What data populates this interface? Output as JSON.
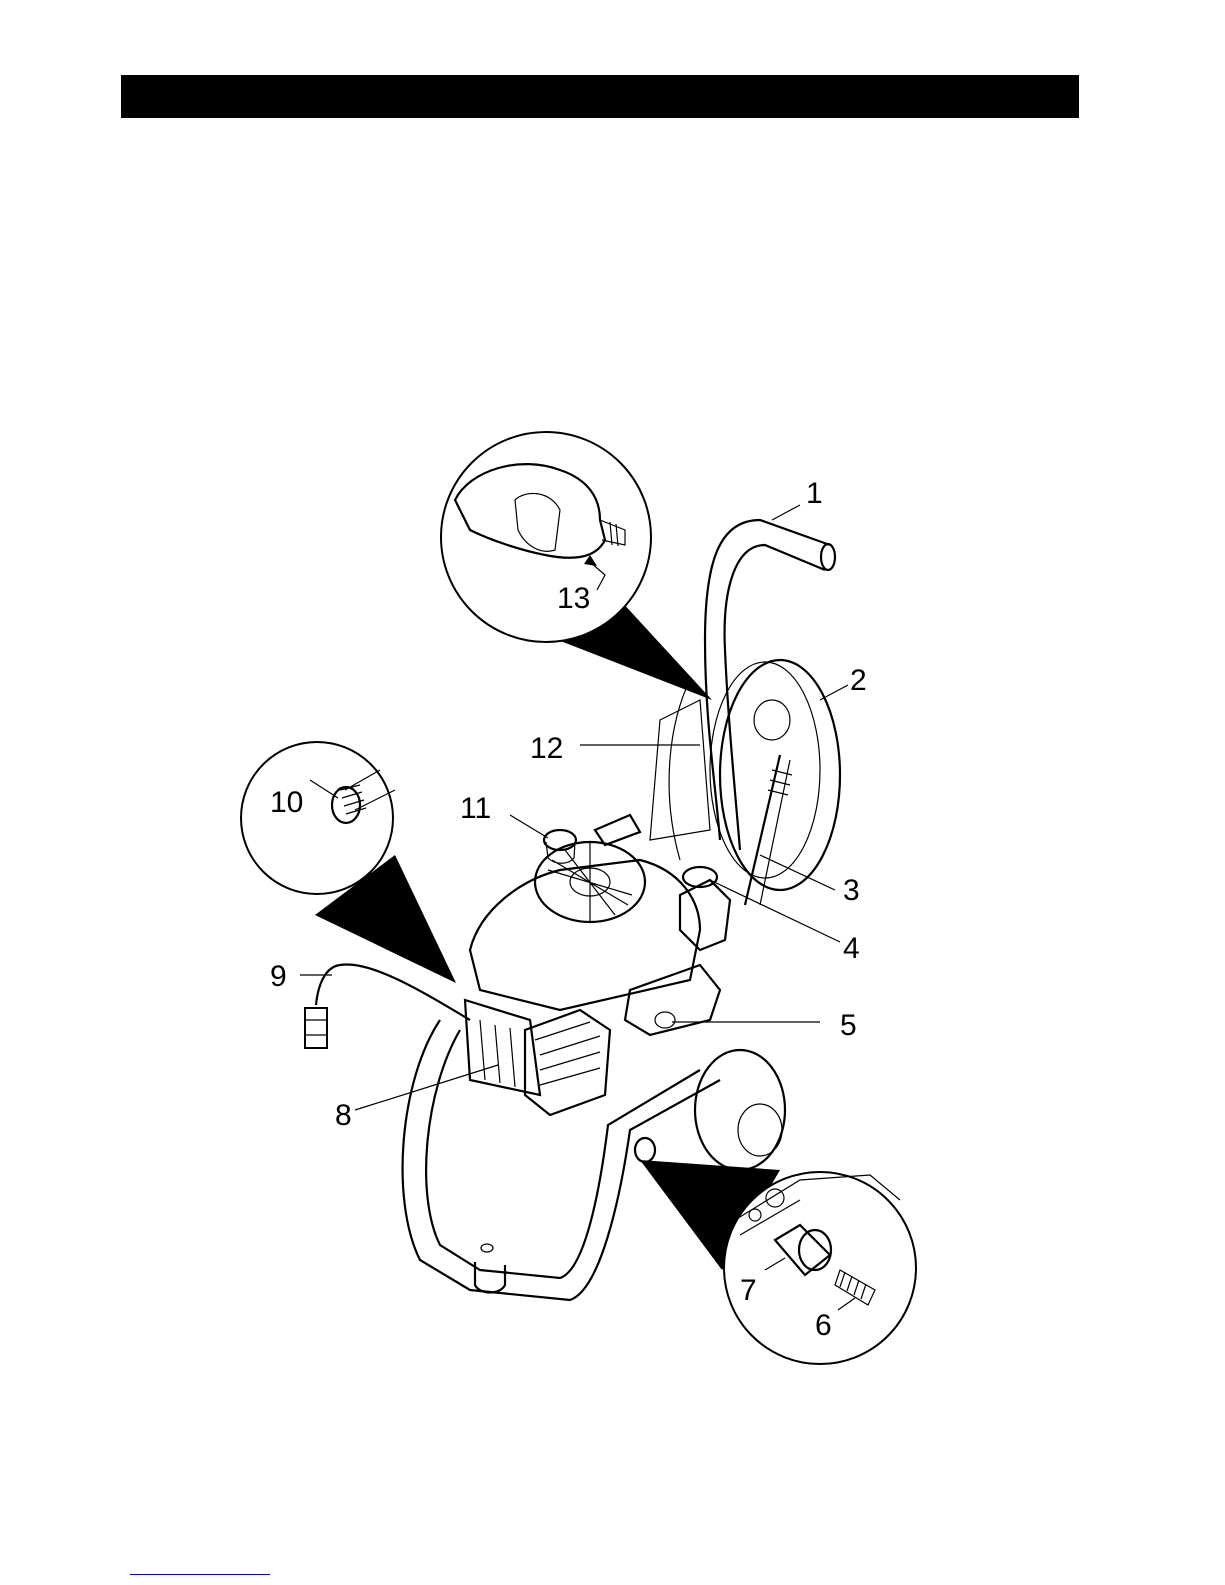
{
  "callouts": [
    "1",
    "2",
    "3",
    "4",
    "5",
    "6",
    "7",
    "8",
    "9",
    "10",
    "11",
    "12",
    "13"
  ],
  "colors": {
    "ink": "#000000",
    "paper": "#ffffff",
    "link": "#0000ee"
  }
}
